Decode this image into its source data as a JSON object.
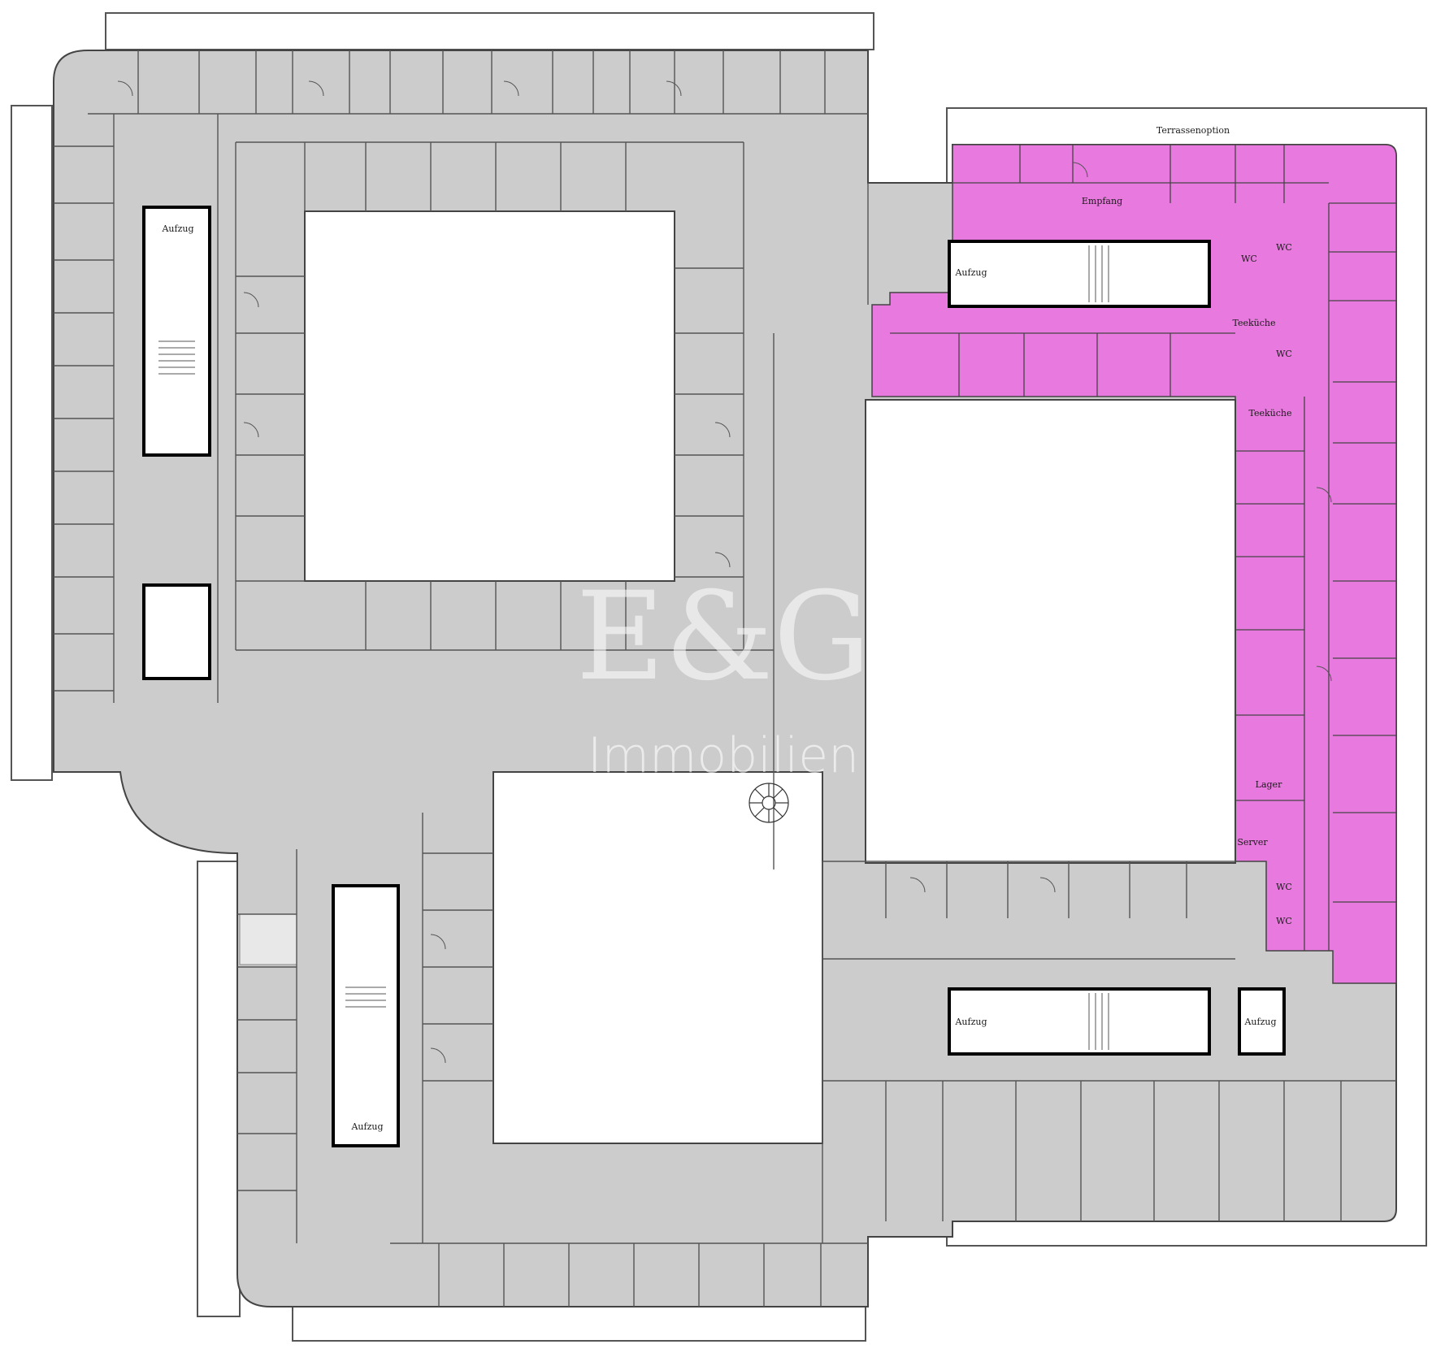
{
  "watermark": {
    "logo_text": "E&G",
    "subtitle": "Immobilien"
  },
  "colors": {
    "floor": "#cccccc",
    "highlight": "#e879de",
    "wall": "#444444",
    "courtyard": "#ffffff",
    "core_wall": "#000000"
  },
  "labels": {
    "terrace": "Terrassenoption",
    "reception": "Empfang",
    "kitchen_1": "Teeküche",
    "kitchen_2": "Teeküche",
    "storage": "Lager",
    "server": "Server",
    "wc": "WC",
    "elevator": "Aufzug"
  }
}
